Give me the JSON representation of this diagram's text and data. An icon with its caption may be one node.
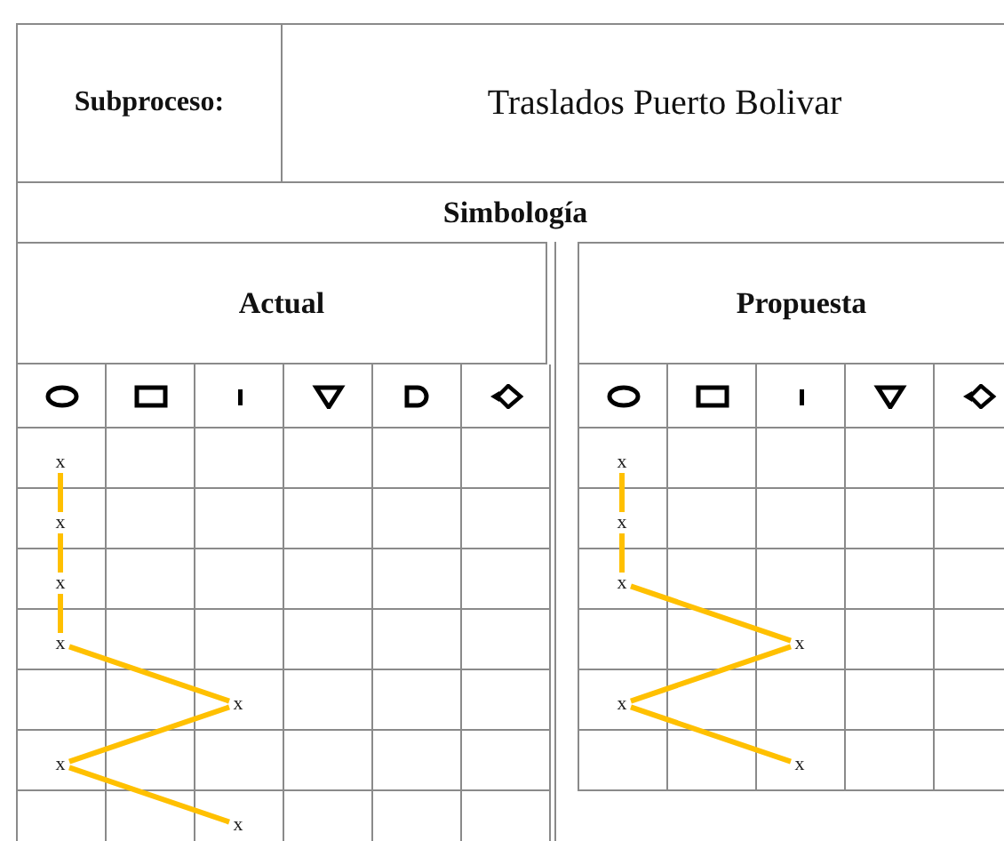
{
  "diagram": {
    "nodes": [
      {
        "text": [
          "x"
        ]
      },
      {
        "text": [
          "x"
        ]
      },
      {
        "text": [
          "x"
        ]
      },
      {
        "text": [
          "x"
        ]
      },
      {
        "text": [
          "x"
        ]
      },
      {
        "text": [
          "x"
        ]
      },
      {
        "text": [
          "x"
        ]
      },
      {
        "text": [
          "x"
        ]
      },
      {
        "text": [
          "x"
        ]
      },
      {
        "text": [
          "x"
        ]
      },
      {
        "text": [
          "x"
        ]
      },
      {
        "text": [
          "x"
        ]
      },
      {
        "text": [
          "x"
        ]
      }
    ],
    "edges": [
      {
        "from": 0,
        "to": 1,
        "arrow": "none"
      },
      {
        "from": 1,
        "to": 2,
        "arrow": "none"
      },
      {
        "from": 2,
        "to": 3,
        "arrow": "none"
      },
      {
        "from": 3,
        "to": 4,
        "arrow": "none"
      },
      {
        "from": 4,
        "to": 5,
        "arrow": "none"
      },
      {
        "from": 5,
        "to": 6,
        "arrow": "none"
      },
      {
        "from": 7,
        "to": 8,
        "arrow": "none"
      },
      {
        "from": 8,
        "to": 9,
        "arrow": "none"
      },
      {
        "from": 9,
        "to": 10,
        "arrow": "none"
      },
      {
        "from": 10,
        "to": 11,
        "arrow": "none"
      },
      {
        "from": 11,
        "to": 12,
        "arrow": "none"
      }
    ],
    "labels": [
      "Subproceso:",
      "Traslados Puerto Bolivar",
      "Simbología",
      "Actual",
      "Propuesta"
    ]
  }
}
